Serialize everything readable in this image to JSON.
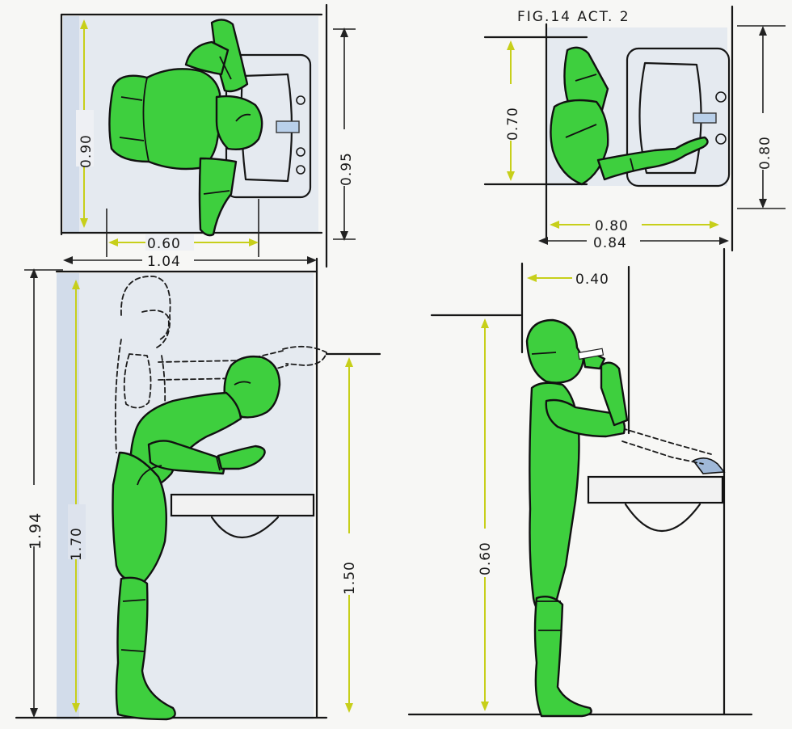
{
  "title": "FIG.14 ACT. 2",
  "colors": {
    "figure_fill": "#3ecf3e",
    "outline": "#161616",
    "dimension_yellow": "#c7cf1a",
    "paper": "#f7f7f5",
    "shade": "#dfe5ee"
  },
  "left_plan": {
    "depth_label": "0.90",
    "overall_depth_label": "0.95",
    "width_label": "0.60",
    "overall_width_label": "1.04"
  },
  "left_elevation": {
    "total_height_label": "1.94",
    "figure_height_label": "1.70",
    "counter_height_label": "1.50"
  },
  "right_plan": {
    "depth_label": "0.70",
    "overall_depth_label": "0.80",
    "width_label": "0.80",
    "overall_width_label": "0.84"
  },
  "right_elevation": {
    "reach_label": "0.40",
    "height_label": "0.60"
  }
}
